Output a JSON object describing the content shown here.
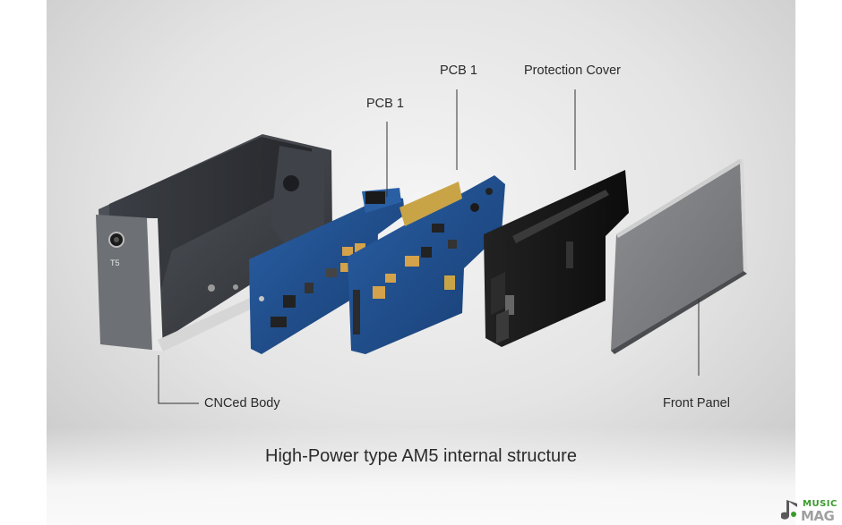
{
  "labels": {
    "pcb_left": "PCB 1",
    "pcb_right": "PCB 1",
    "protection_cover": "Protection Cover",
    "cnced_body": "CNCed Body",
    "front_panel": "Front Panel",
    "body_marking": "T5"
  },
  "caption": "High-Power type AM5 internal structure",
  "watermark": {
    "line1": "MUSIC",
    "line2": "MAG",
    "brand_color": "#3a9a2c"
  },
  "colors": {
    "pcb": "#1f4f8f",
    "body": "#3a3d42",
    "cover": "#151515",
    "panel": "#7c7d80",
    "leader_line": "#333333"
  }
}
